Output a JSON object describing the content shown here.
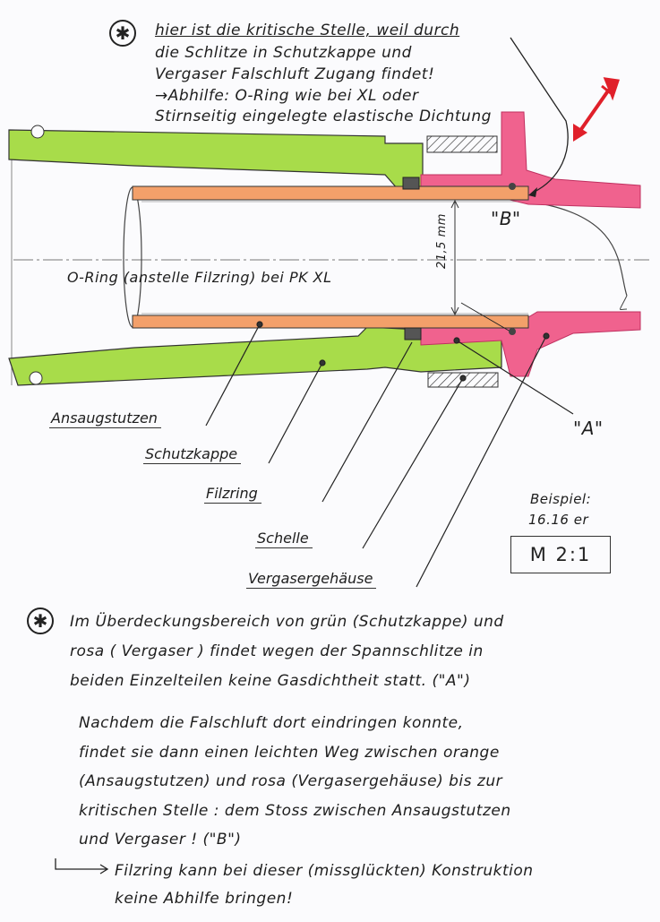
{
  "note_top": {
    "marker": "✱",
    "lines": [
      "hier ist die kritische Stelle, weil durch",
      "die Schlitze in Schutzkappe und",
      "Vergaser Falschluft Zugang findet!",
      "→Abhilfe: O-Ring wie bei XL   oder",
      "Stirnseitig eingelegte elastische Dichtung"
    ]
  },
  "diagram": {
    "o_ring_label": "O-Ring (anstelle Filzring) bei PK XL",
    "dimension": "21,5 mm",
    "point_a": "\"A\"",
    "point_b": "\"B\"",
    "parts": [
      {
        "label": "Ansaugstutzen",
        "color": "#f3a06a"
      },
      {
        "label": "Schutzkappe",
        "color": "#a8dc4a"
      },
      {
        "label": "Filzring",
        "color": "#555555"
      },
      {
        "label": "Schelle",
        "color": "#ffffff"
      },
      {
        "label": "Vergasergehäuse",
        "color": "#f0628e"
      }
    ],
    "example_title": "Beispiel:",
    "example_value": "16.16 er",
    "scale": "M 2:1"
  },
  "note_bottom": {
    "marker": "✱",
    "paragraph1": [
      "Im Überdeckungsbereich von grün (Schutzkappe) und",
      "rosa ( Vergaser ) findet wegen der Spannschlitze in",
      "beiden Einzelteilen keine Gasdichtheit statt. (\"A\")"
    ],
    "paragraph2": [
      "Nachdem die Falschluft dort eindringen konnte,",
      "findet sie dann einen leichten Weg zwischen orange",
      "(Ansaugstutzen) und rosa (Vergasergehäuse) bis zur",
      "kritischen Stelle : dem Stoss zwischen Ansaugstutzen",
      "und Vergaser ! (\"B\")"
    ],
    "conclusion": [
      "Filzring kann bei dieser (missglückten) Konstruktion",
      "keine Abhilfe bringen!"
    ]
  }
}
